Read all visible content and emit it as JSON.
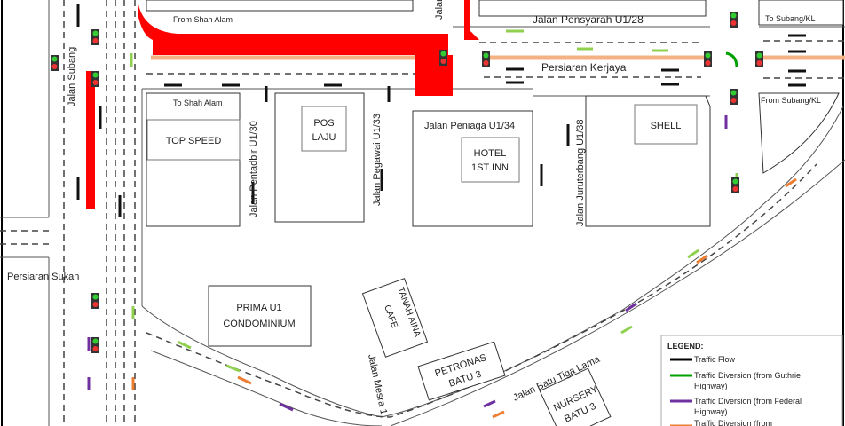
{
  "roads": {
    "jalan_subang": "Jalan Subang",
    "persiaran_sukan": "Persiaran Sukan",
    "persiaran_kerjaya": "Persiaran Kerjaya",
    "jalan_pensyarah": "Jalan Pensyarah U1/28",
    "jalan_pentadbir": "Jalan Pentadbir U1/30",
    "jalan_pegawai": "Jalan Pegawai U1/33",
    "jalan_peniaga": "Jalan Peniaga U1/34",
    "jalan_juruterbang": "Jalan Juruterbang U1/38",
    "jalan_mesra": "Jalan Mesra 1",
    "jalan_batu_tiga_lama": "Jalan Batu Tiga Lama",
    "jalan_top_cropped": "Jalan"
  },
  "directions": {
    "from_shah_alam": "From Shah Alam",
    "to_shah_alam": "To Shah  Alam",
    "to_subang_kl": "To Subang/KL",
    "from_subang_kl": "From Subang/KL"
  },
  "buildings": {
    "top_speed": "TOP SPEED",
    "pos_laju_1": "POS",
    "pos_laju_2": "LAJU",
    "hotel_1": "HOTEL",
    "hotel_2": "1ST INN",
    "shell": "SHELL",
    "prima_1": "PRIMA U1",
    "prima_2": "CONDOMINIUM",
    "tanah_1": "TANAH AINA",
    "tanah_2": "CAFE",
    "petronas_1": "PETRONAS",
    "petronas_2": "BATU 3",
    "nursery_1": "NURSERY",
    "nursery_2": "BATU 3"
  },
  "legend": {
    "title": "LEGEND:",
    "items": [
      {
        "label": "Traffic Flow",
        "color": "#000000"
      },
      {
        "label": "Traffic Diversion (from Guthrie",
        "label2": "Highway)",
        "color": "#00a000"
      },
      {
        "label": "Traffic Diversion (from Federal",
        "label2": "Highway)",
        "color": "#7030a0"
      },
      {
        "label": "Traffic Diversion (from",
        "color": "#ed7d31"
      }
    ]
  },
  "colors": {
    "closure": "#ff0000",
    "median": "#f4b183"
  }
}
